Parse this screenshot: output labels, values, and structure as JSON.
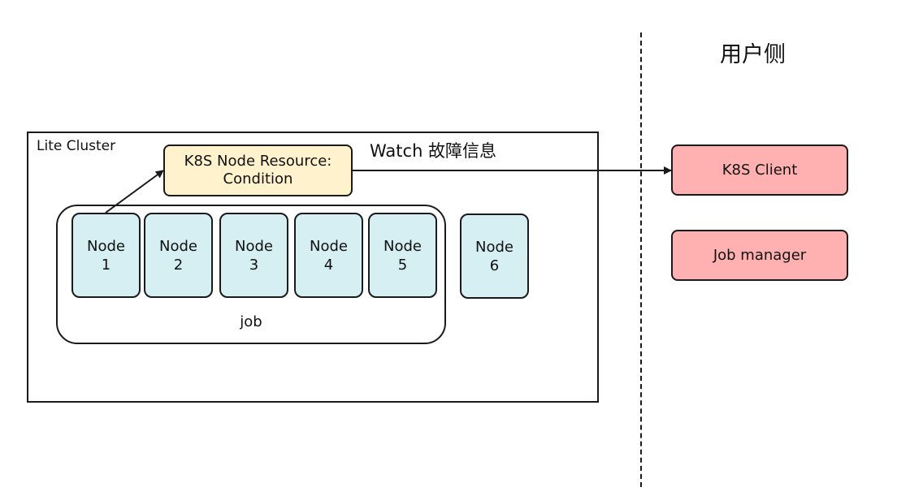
{
  "cluster": {
    "label": "Lite Cluster",
    "resource_label": "K8S Node Resource:\nCondition",
    "watch_label": "Watch 故障信息",
    "job_label": "job",
    "nodes": [
      {
        "label": "Node\n1"
      },
      {
        "label": "Node\n2"
      },
      {
        "label": "Node\n3"
      },
      {
        "label": "Node\n4"
      },
      {
        "label": "Node\n5"
      },
      {
        "label": "Node\n6"
      }
    ]
  },
  "user_side": {
    "title": "用户侧",
    "k8s_client": "K8S Client",
    "job_manager": "Job manager"
  },
  "colors": {
    "node_fill": "#d5eff3",
    "resource_fill": "#fff2cc",
    "client_fill": "#ffb1b1",
    "stroke": "#1a1a1a"
  }
}
